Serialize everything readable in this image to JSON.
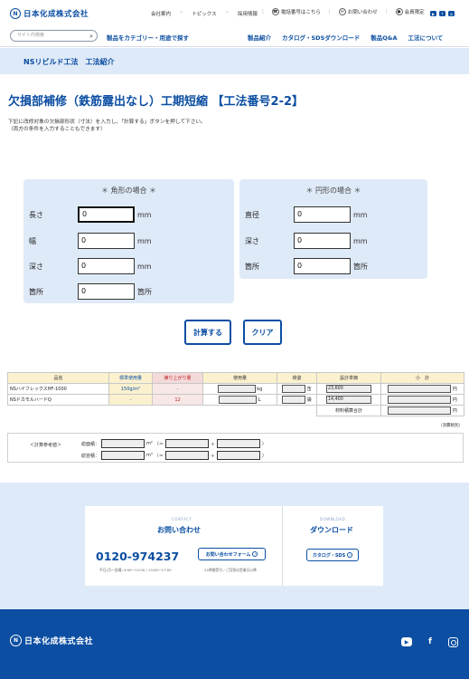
{
  "brand": {
    "name": "日本化成株式会社",
    "mark": "N"
  },
  "topnav": [
    "会社案内",
    "トピックス",
    "採用情報"
  ],
  "toplinks": {
    "phone": "電話番号はこちら",
    "contact": "お問い合わせ",
    "member": "会員限定"
  },
  "search": {
    "placeholder": "サイト内検索"
  },
  "category_link": "製品をカテゴリー・用途で探す",
  "mainnav": [
    "製品紹介",
    "カタログ・SDSダウンロード",
    "製品Q&A",
    "工法について"
  ],
  "band_title": "NSリビルド工法　工法紹介",
  "page_title": "欠損部補修（鉄筋露出なし）工期短縮 【工法番号2-2】",
  "description": [
    "下記に改修対象の欠損部形状（寸法）を入力し、「計算する」ボタンを押して下さい。",
    "（両方の条件を入力することもできます）"
  ],
  "rect_panel": {
    "title": "＊ 角形の場合 ＊",
    "fields": [
      {
        "label": "長さ",
        "value": "0",
        "unit": "mm"
      },
      {
        "label": "幅",
        "value": "0",
        "unit": "mm"
      },
      {
        "label": "深さ",
        "value": "0",
        "unit": "mm"
      },
      {
        "label": "箇所",
        "value": "0",
        "unit": "箇所"
      }
    ]
  },
  "circle_panel": {
    "title": "＊ 円形の場合 ＊",
    "fields": [
      {
        "label": "直径",
        "value": "0",
        "unit": "mm"
      },
      {
        "label": "深さ",
        "value": "0",
        "unit": "mm"
      },
      {
        "label": "箇所",
        "value": "0",
        "unit": "箇所"
      }
    ]
  },
  "buttons": {
    "calculate": "計算する",
    "clear": "クリア"
  },
  "table": {
    "headers": [
      "品名",
      "標準使用量",
      "練り上がり量",
      "使用量",
      "荷姿",
      "設計単価",
      "小　計"
    ],
    "rows": [
      {
        "name": "NSハイフレックスHF-1000",
        "std": "150g/m²",
        "yield": "-",
        "unit": "kg",
        "pack": "缶",
        "price": "23,600",
        "yen": "円"
      },
      {
        "name": "NSドカモルハードQ",
        "std": "-",
        "yield": "12",
        "unit": "L",
        "pack": "袋",
        "price": "14,400",
        "yen": "円"
      }
    ],
    "total_label": "材料積算合計",
    "total_yen": "円",
    "tax_note": "（消費税別）"
  },
  "reference": {
    "label": "＜計算参考値＞",
    "area_label": "総面積：",
    "area_unit": "m²",
    "volume_label": "総容積：",
    "volume_unit": "m³",
    "open_paren": "（＝",
    "plus": "＋",
    "close_paren": "）"
  },
  "contact": {
    "eyebrow": "CONTACT",
    "title": "お問い合わせ",
    "phone": "0120-974237",
    "hours": "平日(月〜金曜) 9:00〜12:00 / 13:00〜17:00",
    "form_button": "お問い合わせフォーム",
    "form_note": "24時間受付 / ご回答は営業日以降"
  },
  "download": {
    "eyebrow": "DOWNLOAD",
    "title": "ダウンロード",
    "button": "カタログ・SDS"
  },
  "footer": {
    "brand": "日本化成株式会社"
  }
}
